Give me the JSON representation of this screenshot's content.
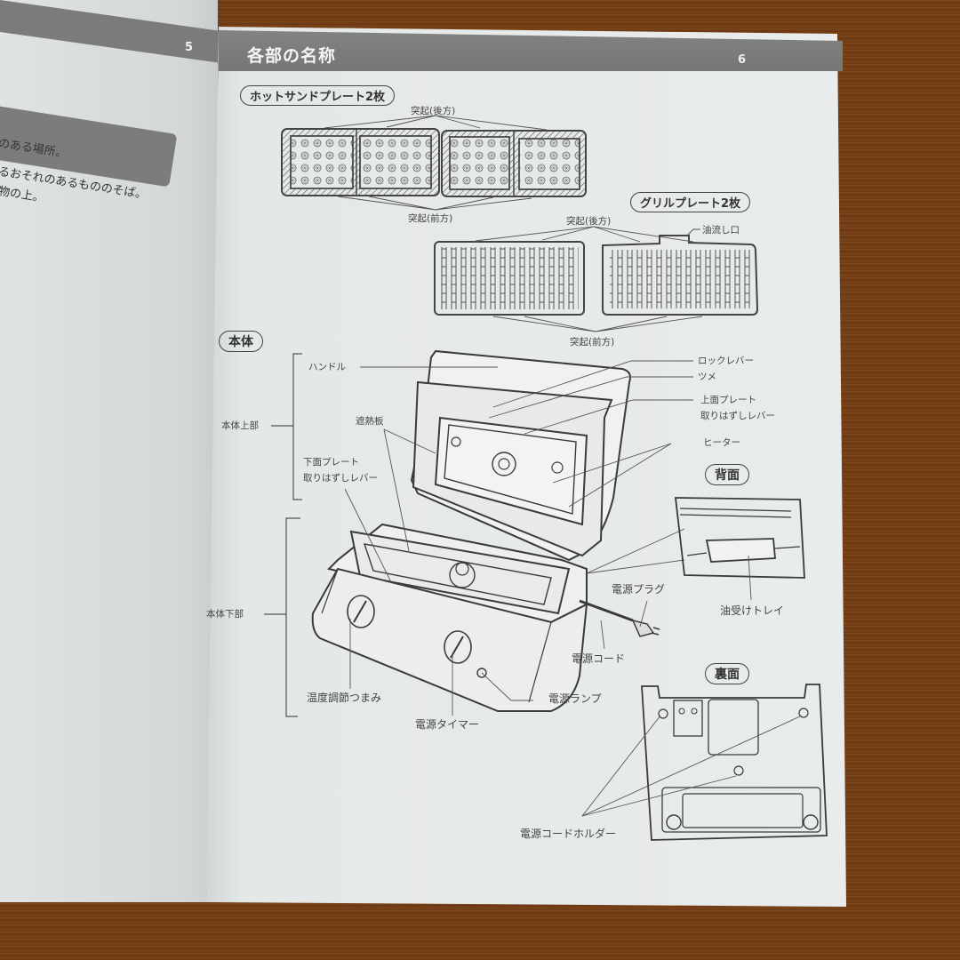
{
  "left_page": {
    "page_number": "5",
    "text_lines": [
      "のある場所。",
      "るおそれのあるもののそば。",
      "物の上。"
    ]
  },
  "right_page": {
    "page_number": "6",
    "title": "各部の名称",
    "sections": {
      "hot_sand": {
        "heading": "ホットサンドプレート2枚",
        "labels": {
          "rear": "突起(後方)",
          "front": "突起(前方)"
        }
      },
      "grill": {
        "heading": "グリルプレート2枚",
        "labels": {
          "rear": "突起(後方)",
          "front": "突起(前方)",
          "oil_drain": "油流し口"
        }
      },
      "body": {
        "heading": "本体",
        "upper_group": "本体上部",
        "lower_group": "本体下部",
        "labels": {
          "handle": "ハンドル",
          "heat_shield": "遮熱板",
          "lower_plate_lever_1": "下面プレート",
          "lower_plate_lever_2": "取りはずしレバー",
          "lock_lever": "ロックレバー",
          "claw": "ツメ",
          "upper_plate_lever_1": "上面プレート",
          "upper_plate_lever_2": "取りはずしレバー",
          "heater": "ヒーター",
          "temp_knob": "温度調節つまみ",
          "power_timer": "電源タイマー",
          "power_lamp": "電源ランプ",
          "power_plug": "電源プラグ",
          "power_cord": "電源コード"
        }
      },
      "back": {
        "heading": "背面",
        "labels": {
          "oil_tray": "油受けトレイ"
        }
      },
      "bottom": {
        "heading": "裏面",
        "labels": {
          "cord_holder": "電源コードホルダー"
        }
      }
    }
  },
  "colors": {
    "header_band": "#7b7c7a",
    "paper": "#e6e9e9",
    "ink": "#3a3a3a",
    "table_wood": "#74401a"
  }
}
